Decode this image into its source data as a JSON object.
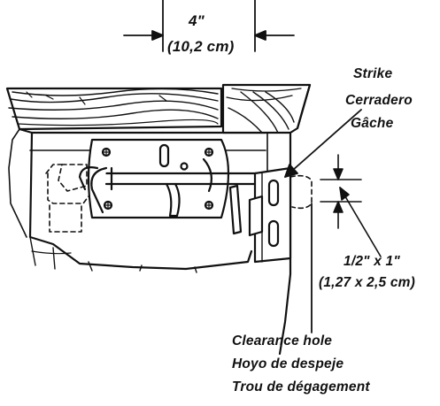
{
  "labels": {
    "width_dimension": {
      "imperial": "4\"",
      "metric": "(10,2 cm)"
    },
    "strike": {
      "en": "Strike",
      "es": "Cerradero",
      "fr": "Gâche"
    },
    "hole_dimension": {
      "imperial": "1/2\" x 1\"",
      "metric": "(1,27 x 2,5 cm)"
    },
    "clearance_hole": {
      "en": "Clearance hole",
      "es": "Hoyo de despeje",
      "fr": "Trou de dégagement"
    }
  },
  "colors": {
    "ink": "#111111",
    "paper": "#ffffff"
  }
}
